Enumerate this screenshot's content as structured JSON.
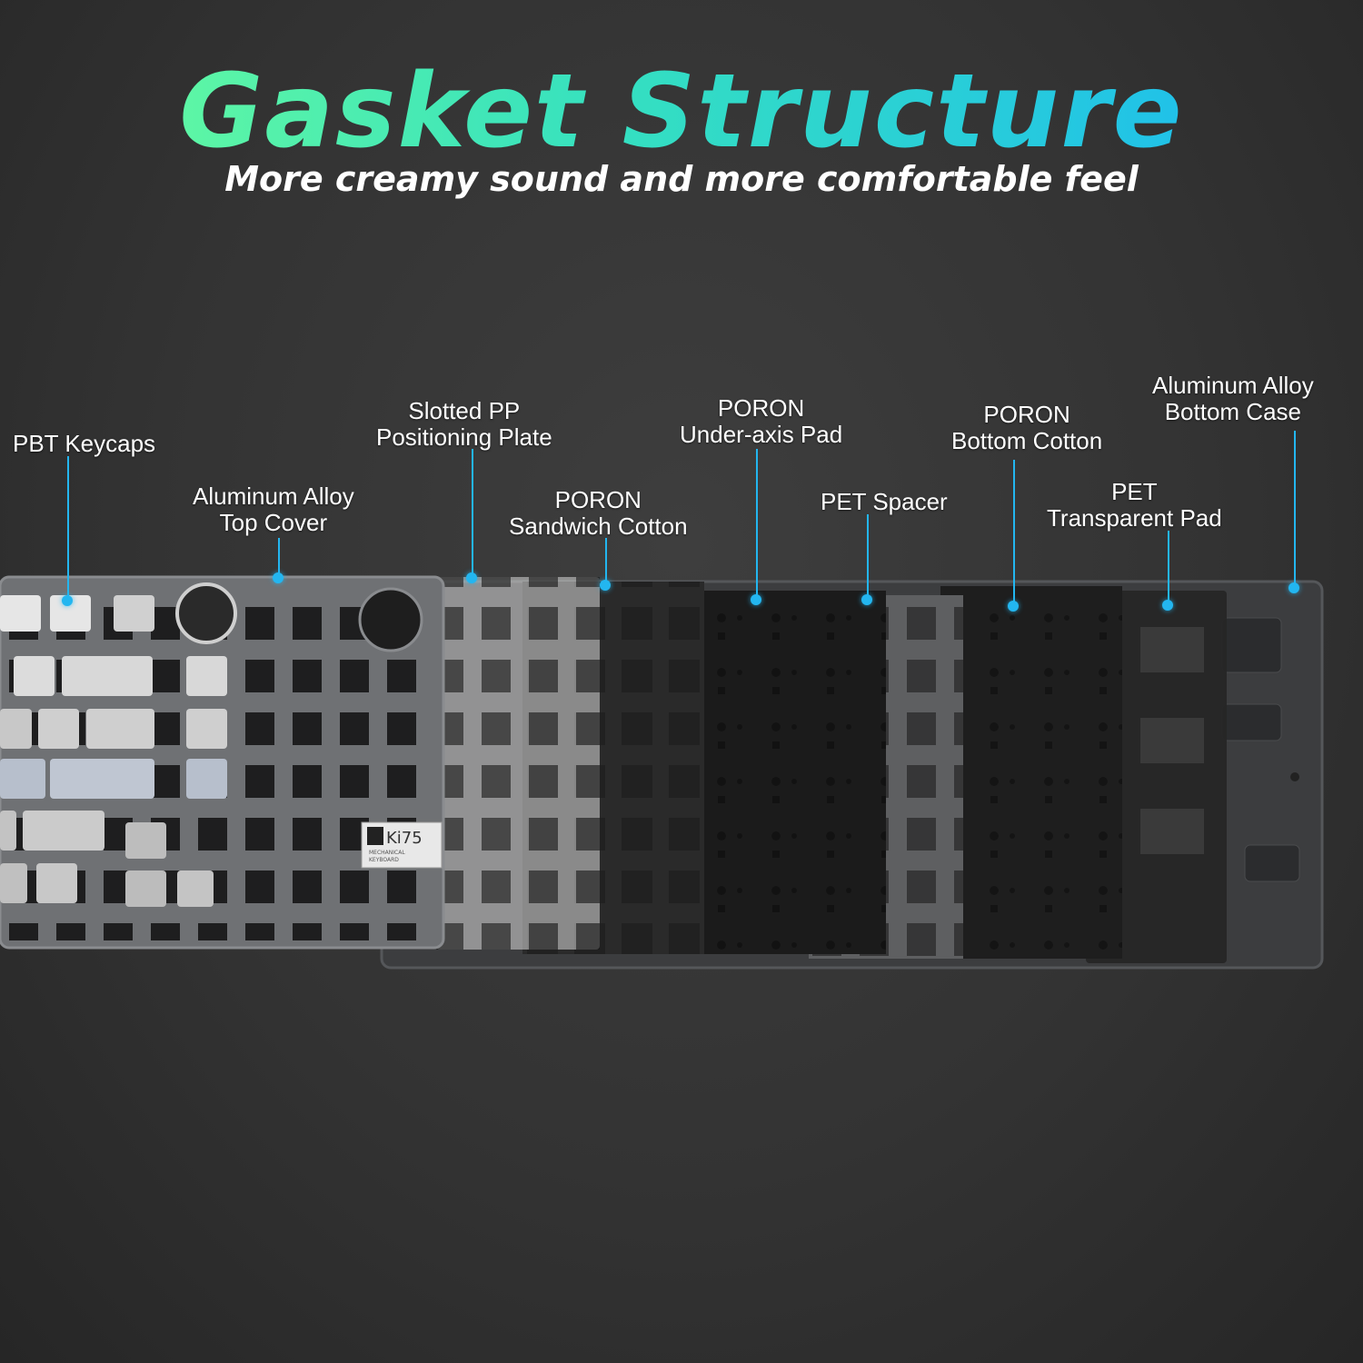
{
  "header": {
    "title": "Gasket Structure",
    "subtitle": "More creamy sound and more comfortable feel"
  },
  "callouts": [
    {
      "line1": "PBT Keycaps",
      "line2": ""
    },
    {
      "line1": "Aluminum Alloy",
      "line2": "Top Cover"
    },
    {
      "line1": "Slotted PP",
      "line2": "Positioning Plate"
    },
    {
      "line1": "PORON",
      "line2": "Sandwich Cotton"
    },
    {
      "line1": "PORON",
      "line2": "Under-axis Pad"
    },
    {
      "line1": "PET Spacer",
      "line2": ""
    },
    {
      "line1": "PORON",
      "line2": "Bottom Cotton"
    },
    {
      "line1": "PET",
      "line2": "Transparent Pad"
    },
    {
      "line1": "Aluminum Alloy",
      "line2": "Bottom Case"
    }
  ],
  "badge": {
    "logo": "Ki75",
    "line1": "MECHANICAL",
    "line2": "KEYBOARD"
  },
  "colors": {
    "accent": "#23b6f0",
    "title_gradient_start": "#6dff9a",
    "title_gradient_end": "#1ab8f5"
  }
}
